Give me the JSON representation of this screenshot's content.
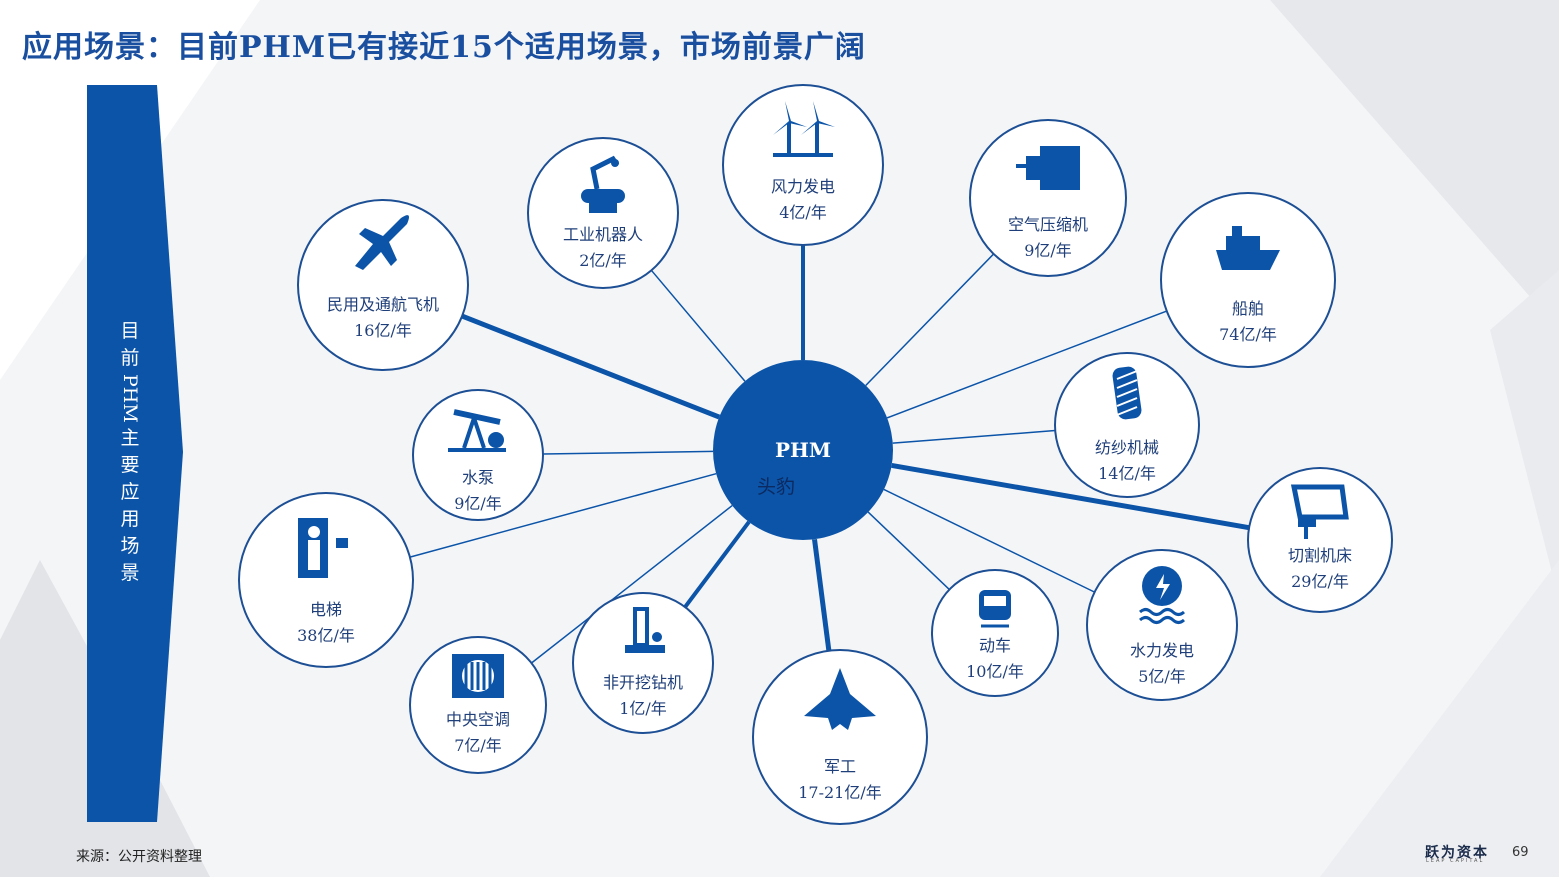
{
  "title": "应用场景：目前PHM已有接近15个适用场景，市场前景广阔",
  "sidebar": {
    "label_chars": [
      "目",
      "前",
      "PHM",
      "主",
      "要",
      "应",
      "用",
      "场",
      "景"
    ]
  },
  "center": {
    "label": "PHM",
    "sub": "头豹"
  },
  "nodes": [
    {
      "id": "civil-aviation",
      "name": "民用及通航飞机",
      "value": "16亿/年",
      "icon": "airplane-icon"
    },
    {
      "id": "industrial-robot",
      "name": "工业机器人",
      "value": "2亿/年",
      "icon": "robot-arm-icon"
    },
    {
      "id": "wind-power",
      "name": "风力发电",
      "value": "4亿/年",
      "icon": "wind-turbine-icon"
    },
    {
      "id": "air-compressor",
      "name": "空气压缩机",
      "value": "9亿/年",
      "icon": "compressor-icon"
    },
    {
      "id": "ship",
      "name": "船舶",
      "value": "74亿/年",
      "icon": "ship-icon"
    },
    {
      "id": "textile",
      "name": "纺纱机械",
      "value": "14亿/年",
      "icon": "spindle-icon"
    },
    {
      "id": "cutting-machine",
      "name": "切割机床",
      "value": "29亿/年",
      "icon": "jigsaw-icon"
    },
    {
      "id": "hydro-power",
      "name": "水力发电",
      "value": "5亿/年",
      "icon": "hydro-icon"
    },
    {
      "id": "emu-train",
      "name": "动车",
      "value": "10亿/年",
      "icon": "train-icon"
    },
    {
      "id": "military",
      "name": "军工",
      "value": "17-21亿/年",
      "icon": "fighter-jet-icon"
    },
    {
      "id": "trenchless-drill",
      "name": "非开挖钻机",
      "value": "1亿/年",
      "icon": "drill-rig-icon"
    },
    {
      "id": "central-ac",
      "name": "中央空调",
      "value": "7亿/年",
      "icon": "ac-unit-icon"
    },
    {
      "id": "elevator",
      "name": "电梯",
      "value": "38亿/年",
      "icon": "elevator-icon"
    },
    {
      "id": "water-pump",
      "name": "水泵",
      "value": "9亿/年",
      "icon": "pumpjack-icon"
    }
  ],
  "source": "来源：公开资料整理",
  "brand": {
    "name": "跃为资本",
    "sub": "LEAP CAPITAL"
  },
  "page_number": "69",
  "colors": {
    "primary": "#0b54a8",
    "title": "#1a4fa0",
    "circle_border": "#1d4f95",
    "background_shape": "#e9ebef"
  }
}
